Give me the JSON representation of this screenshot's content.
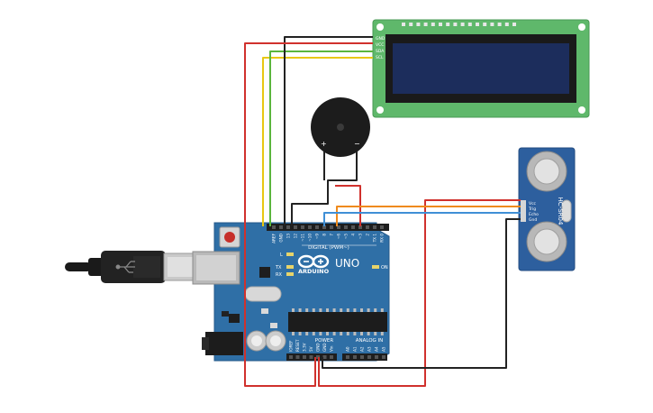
{
  "lcd": {
    "pins": [
      "GND",
      "VCC",
      "SDA",
      "SCL"
    ]
  },
  "buzzer": {
    "plus": "+",
    "minus": "−"
  },
  "sensor": {
    "model": "HC-SR04",
    "pins": [
      "Vcc",
      "Trig",
      "Echo",
      "Gnd"
    ]
  },
  "arduino": {
    "brand": "ARDUINO",
    "model": "UNO",
    "digital_label": "DIGITAL (PWM~)",
    "digital_pins": [
      "AREF",
      "GND",
      "13",
      "12",
      "~11",
      "~10",
      "~9",
      "8",
      "7",
      "~6",
      "~5",
      "4",
      "~3",
      "2",
      "TX 1",
      "RX 0"
    ],
    "power_label": "POWER",
    "power_pins": [
      "IOREF",
      "RESET",
      "3.3V",
      "5V",
      "GND",
      "GND",
      "Vin"
    ],
    "analog_label": "ANALOG IN",
    "analog_pins": [
      "A0",
      "A1",
      "A2",
      "A3",
      "A4",
      "A5"
    ],
    "led_l": "L",
    "led_tx": "TX",
    "led_rx": "RX",
    "led_on": "ON"
  },
  "colors": {
    "board": "#2f6fa6",
    "lcd_pcb": "#5fb86b",
    "lcd_screen": "#1c2d5c",
    "sensor_pcb": "#2d5f9e",
    "wire_red": "#d0312d",
    "wire_black": "#222222",
    "wire_yellow": "#e8c712",
    "wire_green": "#5bb53d",
    "wire_orange": "#ef8a1b",
    "wire_blue": "#3f8fd6"
  }
}
